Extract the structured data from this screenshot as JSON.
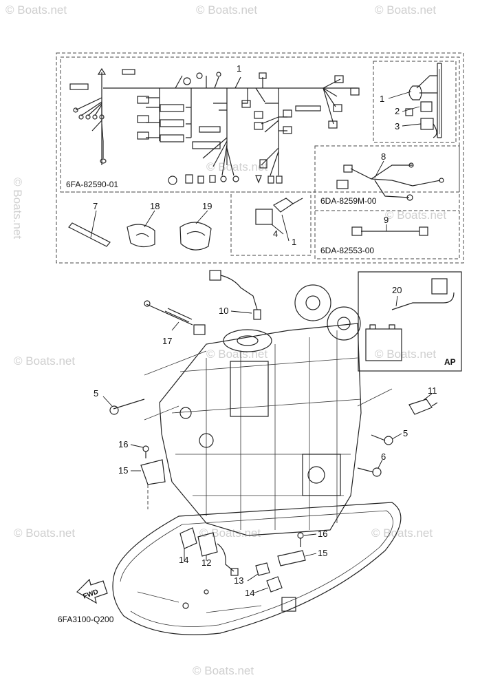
{
  "watermark": "© Boats.net",
  "codes": {
    "harness_main": "6FA-82590-01",
    "harness_8": "6DA-8259M-00",
    "harness_9": "6DA-82553-00",
    "ap": "AP",
    "figure": "6FA3100-Q200",
    "fwd": "FWD"
  },
  "callouts": {
    "c1_top": "1",
    "c1_inset": "1",
    "c2": "2",
    "c3": "3",
    "c4": "4",
    "c1_small": "1",
    "c7": "7",
    "c18": "18",
    "c19": "19",
    "c8": "8",
    "c9": "9",
    "c20": "20",
    "c10": "10",
    "c17": "17",
    "c5_left": "5",
    "c5_right": "5",
    "c11": "11",
    "c6": "6",
    "c16_left": "16",
    "c15_left": "15",
    "c16_right": "16",
    "c15_right": "15",
    "c14_left": "14",
    "c12": "12",
    "c13": "13",
    "c14_right": "14"
  }
}
